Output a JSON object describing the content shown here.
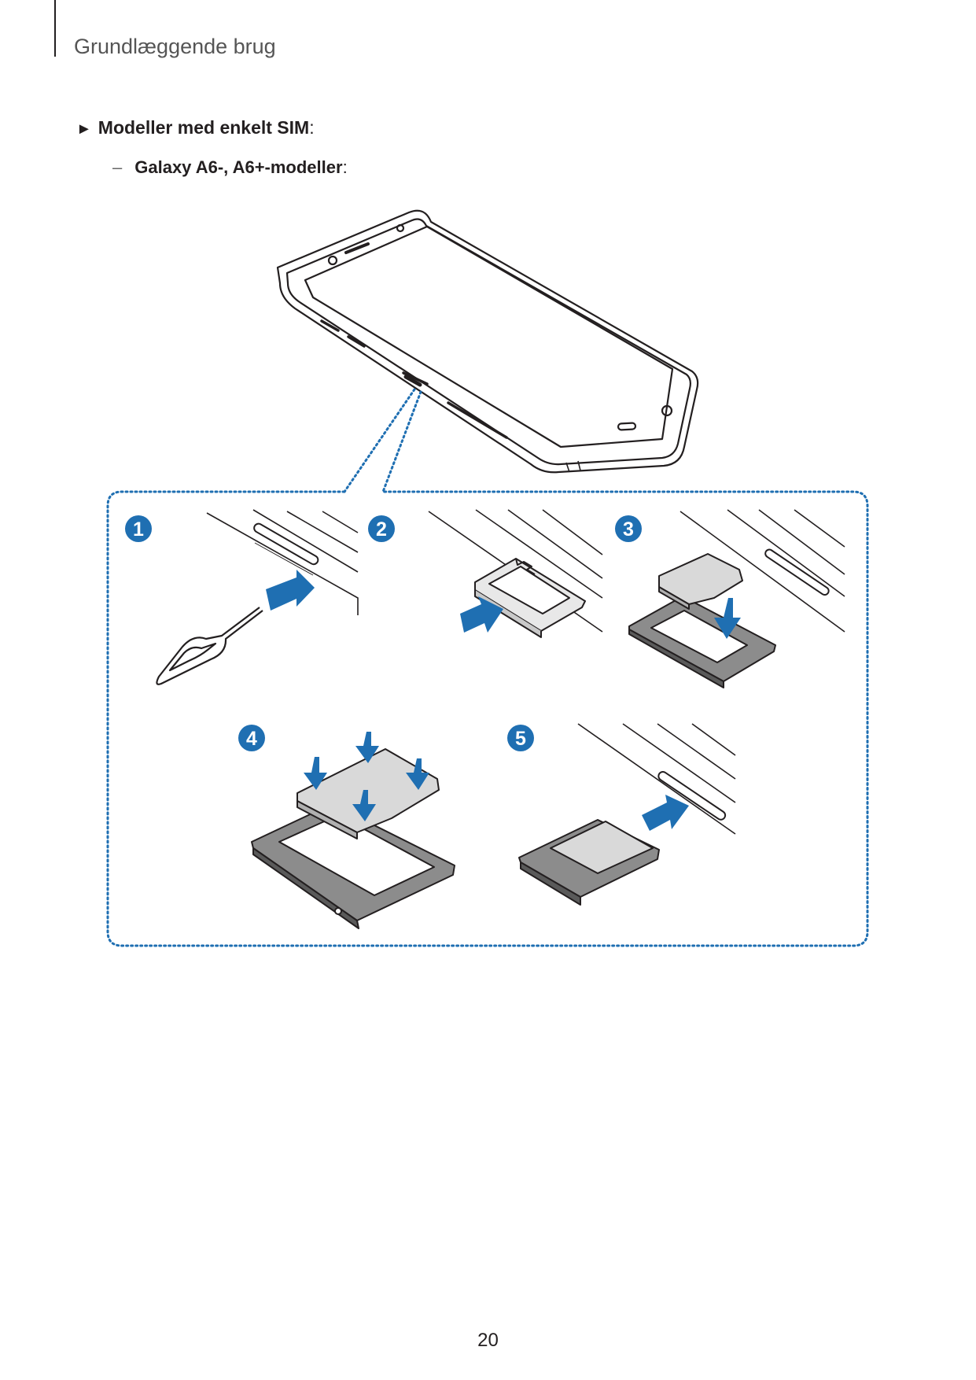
{
  "header": {
    "chapter_title": "Grundlæggende brug"
  },
  "section": {
    "heading_arrow": "►",
    "heading": "Modeller med enkelt SIM",
    "heading_colon": ":",
    "sub_dash": "–",
    "subheading": "Galaxy A6-, A6+-modeller",
    "sub_colon": ":"
  },
  "figure": {
    "steps": [
      "1",
      "2",
      "3",
      "4",
      "5"
    ],
    "colors": {
      "accent_blue": "#1f6fb2",
      "outline": "#231f20",
      "card_gray": "#d9d9d9",
      "tray_gray": "#8c8c8c"
    }
  },
  "footer": {
    "page_number": "20"
  }
}
